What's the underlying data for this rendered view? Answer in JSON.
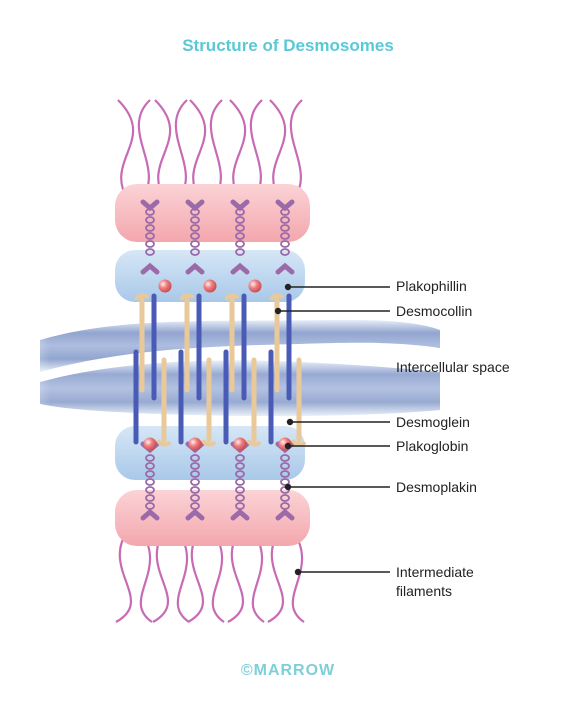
{
  "title": "Structure of Desmosomes",
  "labels": {
    "plakophillin": "Plakophillin",
    "desmocollin": "Desmocollin",
    "intercellular_space": "Intercellular space",
    "desmoglein": "Desmoglein",
    "plakoglobin": "Plakoglobin",
    "desmoplakin": "Desmoplakin",
    "intermediate_filaments_line1": "Intermediate",
    "intermediate_filaments_line2": "filaments"
  },
  "watermark": "©MARROW",
  "colors": {
    "title": "#5bc8d6",
    "plaque_pink": "#f6b8bd",
    "plaque_blue": "#bcd6ee",
    "filament": "#c86bb5",
    "desmoglein": "#4a5bb5",
    "desmocollin": "#e9c99a",
    "plakoglobin": "#e8686b",
    "desmoplakin": "#9b6aa8"
  }
}
